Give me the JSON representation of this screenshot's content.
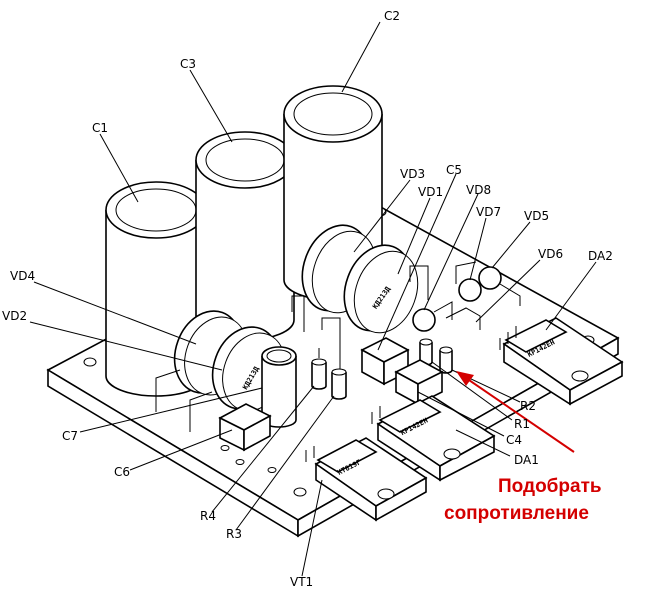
{
  "labels": {
    "c1": "C1",
    "c2": "C2",
    "c3": "C3",
    "c5": "C5",
    "c4": "C4",
    "c6": "C6",
    "c7": "C7",
    "vd1": "VD1",
    "vd2": "VD2",
    "vd3": "VD3",
    "vd4": "VD4",
    "vd5": "VD5",
    "vd6": "VD6",
    "vd7": "VD7",
    "vd8": "VD8",
    "da1": "DA1",
    "da2": "DA2",
    "r1": "R1",
    "r2": "R2",
    "r3": "R3",
    "r4": "R4",
    "vt1": "VT1"
  },
  "annotation": {
    "line1": "Подобрать",
    "line2": "сопротивление",
    "color": "#d40000"
  },
  "markings": {
    "vd_disc": "KД213Д",
    "reg": "KP142EH",
    "vt": "KT819Г"
  }
}
